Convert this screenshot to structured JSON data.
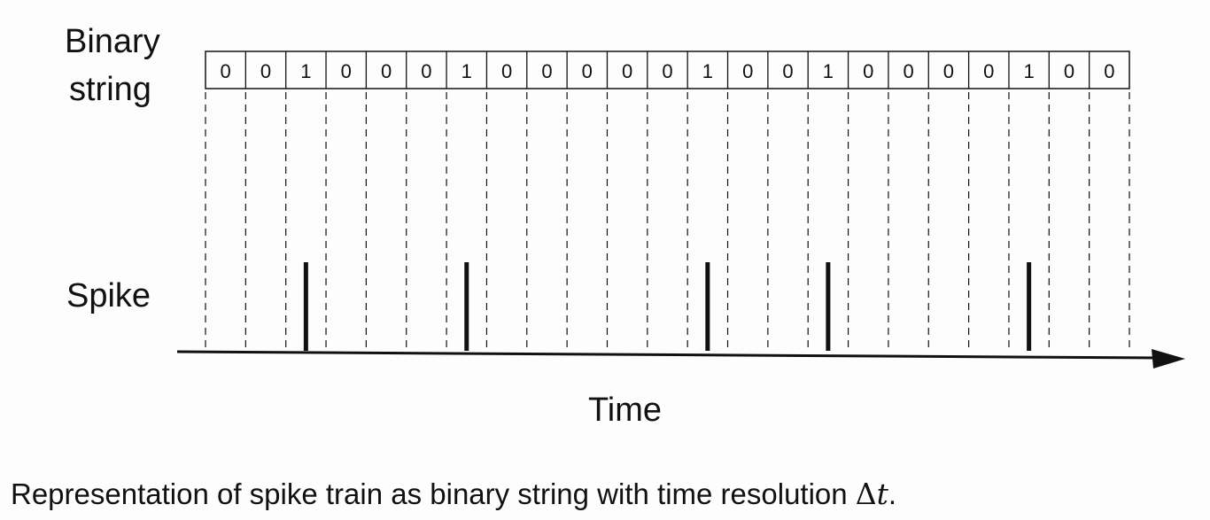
{
  "labels": {
    "binary_line1": "Binary",
    "binary_line2": "string",
    "spike": "Spike",
    "time": "Time"
  },
  "caption": {
    "text": "Representation of spike train as binary string with time resolution ",
    "symbol_delta": "Δ",
    "symbol_t": "t",
    "end": "."
  },
  "bits": [
    0,
    0,
    1,
    0,
    0,
    0,
    1,
    0,
    0,
    0,
    0,
    0,
    1,
    0,
    0,
    1,
    0,
    0,
    0,
    0,
    1,
    0,
    0
  ],
  "colors": {
    "ink": "#111111",
    "background": "#fdfdfd"
  }
}
